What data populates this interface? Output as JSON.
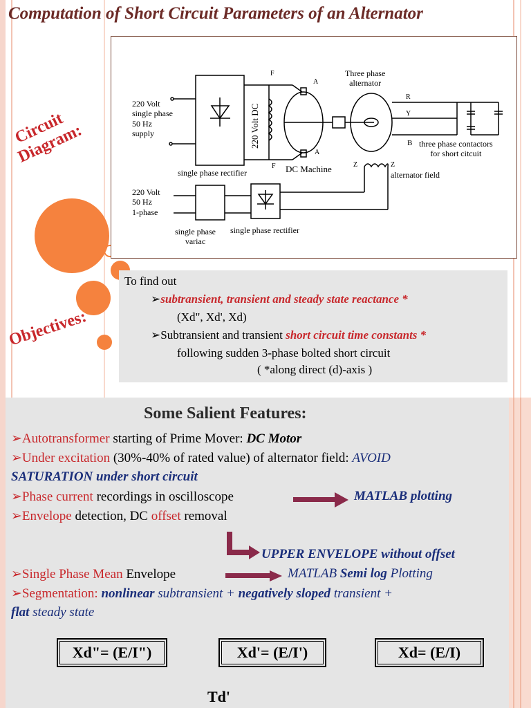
{
  "slide1": {
    "title": "Computation of Short Circuit Parameters of an Alternator",
    "side_label_1": "Circuit Diagram:",
    "side_label_2": "Objectives:",
    "diagram": {
      "supply_1": [
        "220 Volt",
        "single phase",
        "50 Hz",
        "supply"
      ],
      "supply_2": [
        "220 Volt",
        "50 Hz",
        "1-phase"
      ],
      "dc_voltage": "220 Volt DC",
      "rectifier_1": "single phase rectifier",
      "rectifier_2": "single phase rectifier",
      "variac": [
        "single phase",
        "variac"
      ],
      "dc_machine": "DC Machine",
      "alternator": [
        "Three phase",
        "alternator"
      ],
      "contactors": [
        "three phase contactors",
        "for short citcuit"
      ],
      "alt_field": "alternator field",
      "terminal_F": "F",
      "terminal_A": "A",
      "terminal_Z": "Z",
      "terminal_R": "R",
      "terminal_Y": "Y",
      "terminal_B": "B"
    },
    "objectives": {
      "intro": "To find out",
      "item1": "subtransient, transient and steady state reactance *",
      "item1_symbols": "(Xd\", Xd', Xd)",
      "item2_prefix": "Subtransient and transient ",
      "item2_red": "short circuit time constants *",
      "item2_line2": "following sudden 3-phase bolted short circuit",
      "item2_line3": "( *along direct (d)-axis )"
    }
  },
  "slide2": {
    "title": "Some Salient Features:",
    "f1_red": "Autotransformer",
    "f1_black": " starting of Prime Mover: ",
    "f1_blue": "DC Motor",
    "f2_red": "Under excitation",
    "f2_black": " (30%-40% of rated value) of alternator field: ",
    "f2_blue": "AVOID",
    "f2_line2": "SATURATION under short circuit",
    "f3_red": "Phase current",
    "f3_black": " recordings in oscilloscope",
    "f3_blue": "MATLAB plotting",
    "f4_red": "Envelope",
    "f4_black1": " detection, DC ",
    "f4_red2": "offset",
    "f4_black2": " removal",
    "f4_result": "UPPER ENVELOPE without offset",
    "f5_red": "Single Phase Mean",
    "f5_black": " Envelope",
    "f5_blue1": "MATLAB ",
    "f5_blue2": "Semi log",
    "f5_blue3": " Plotting",
    "f6_red": "Segmentation: ",
    "f6_b1": "nonlinear",
    "f6_i1": " subtransient + ",
    "f6_b2": "negatively sloped",
    "f6_i2": " transient +",
    "f6_b3": "flat",
    "f6_i3": " steady state",
    "formula1": "Xd\"= (E/I\")",
    "formula2": "Xd'= (E/I')",
    "formula3": "Xd= (E/I)",
    "footer": "Td'"
  },
  "colors": {
    "accent": "#f5823e",
    "red": "#c8272b",
    "blue": "#1a2e7a",
    "title": "#6b2a26"
  }
}
